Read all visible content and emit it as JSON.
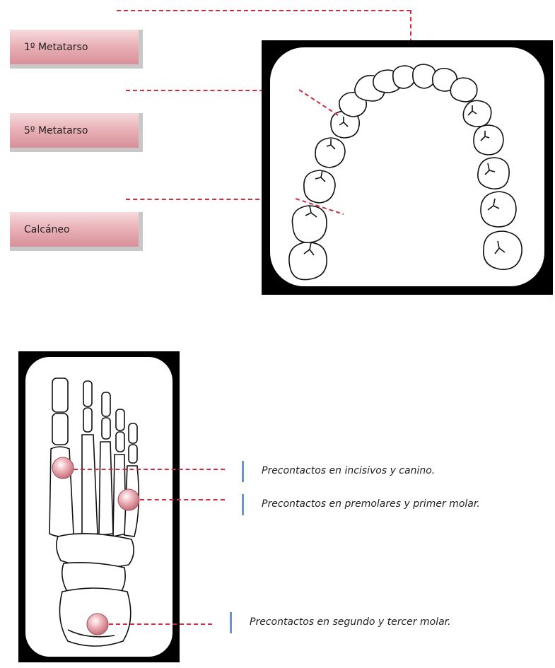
{
  "labels": {
    "metatarso1": "1º Metatarso",
    "metatarso5": "5º Metatarso",
    "calcaneo": "Calcáneo"
  },
  "legend": {
    "incisivos": "Precontactos en incisivos y canino.",
    "premolares": "Precontactos en premolares y primer molar.",
    "molares": "Precontactos en segundo y tercer molar."
  },
  "colors": {
    "label_fill": "#e9b3b9",
    "leader_line": "#cf2e3e",
    "legend_bar": "#6e94c5",
    "frame": "#000000"
  },
  "icons": {
    "dental_arch": "dental-arch-illustration",
    "foot_skeleton": "foot-skeleton-illustration",
    "contact_marker": "pink-sphere-marker"
  }
}
